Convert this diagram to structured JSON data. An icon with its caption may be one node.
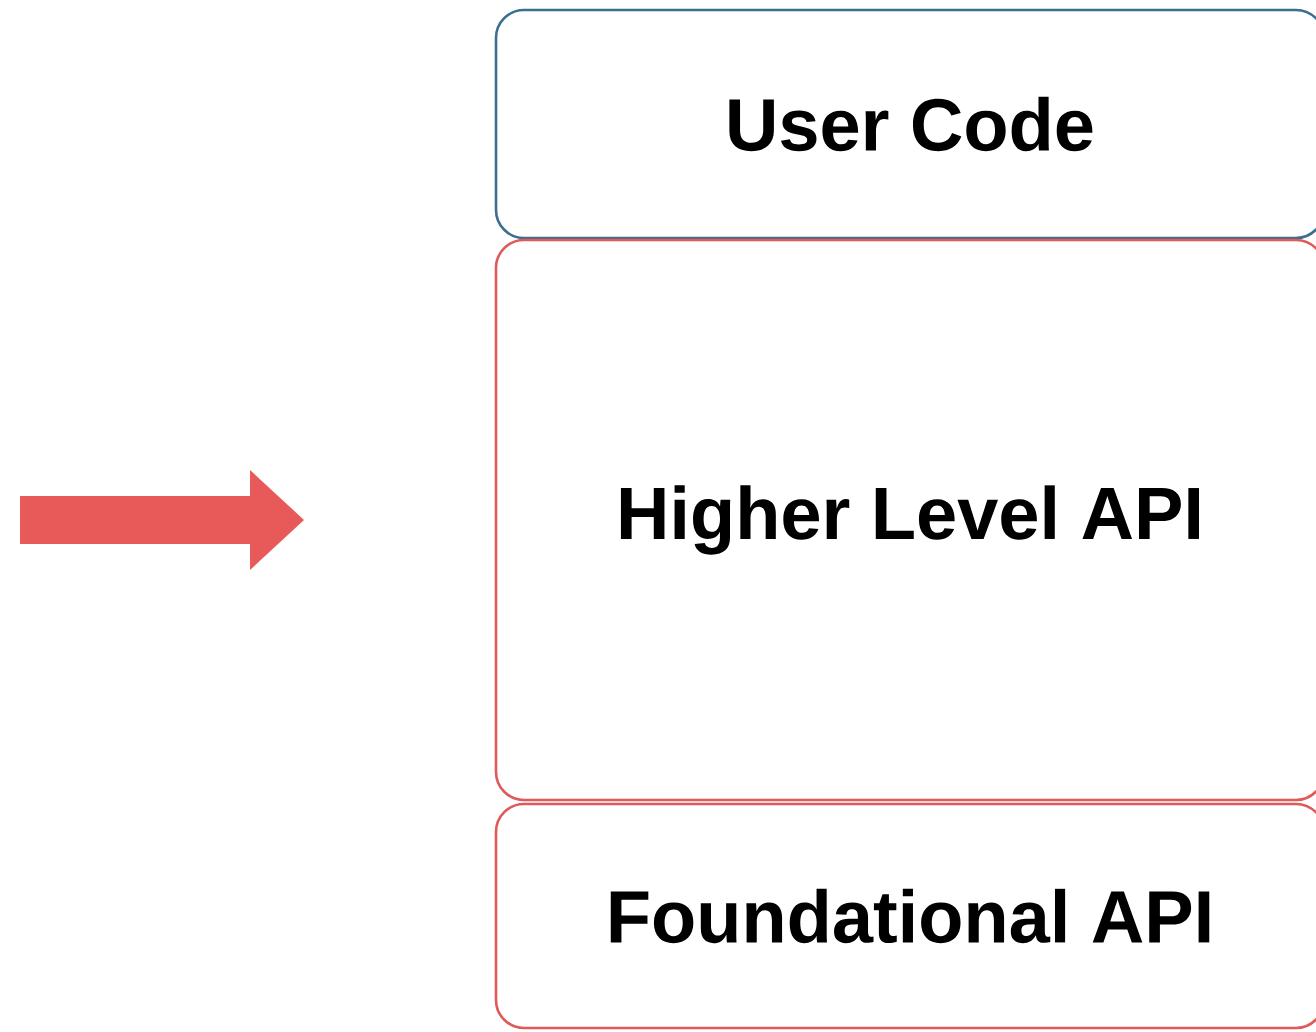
{
  "diagram": {
    "nodes": [
      {
        "text": [
          "User Code"
        ]
      },
      {
        "text": [
          "Higher Level API"
        ]
      },
      {
        "text": [
          "Foundational API"
        ]
      }
    ]
  }
}
